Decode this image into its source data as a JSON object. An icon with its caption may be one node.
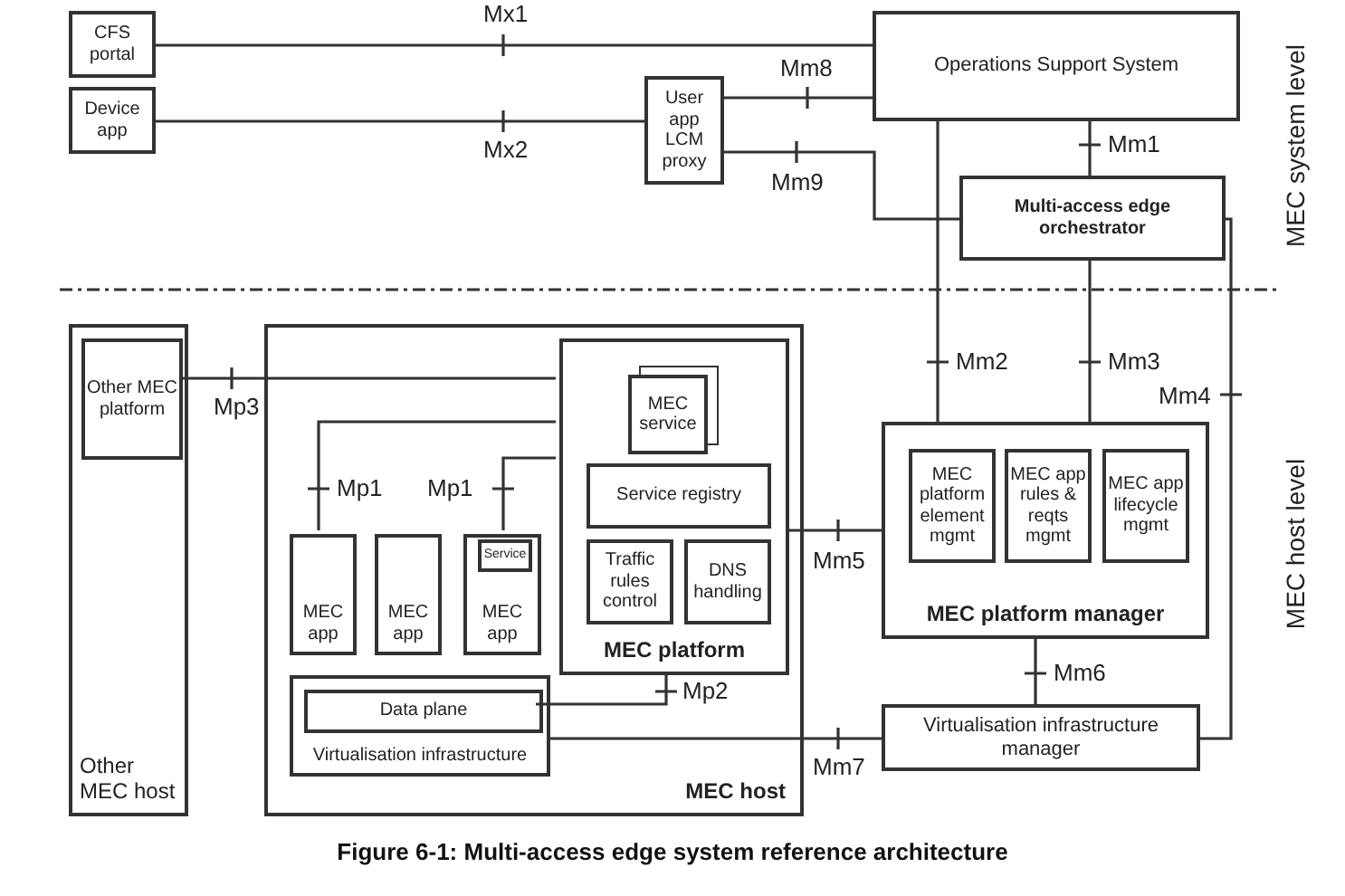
{
  "diagram": {
    "caption": "Figure 6-1: Multi-access edge system reference architecture",
    "nodes": [
      {
        "text": [
          "CFS portal"
        ]
      },
      {
        "text": [
          "Device app"
        ]
      },
      {
        "text": [
          "User app LCM proxy"
        ]
      },
      {
        "text": [
          "Operations Support System"
        ]
      },
      {
        "text": [
          "Multi-access edge orchestrator"
        ]
      },
      {
        "text": [
          "Other MEC host"
        ]
      },
      {
        "text": [
          "Other MEC platform"
        ],
        "in": 5
      },
      {
        "text": [
          "MEC host"
        ]
      },
      {
        "text": [
          "MEC platform"
        ],
        "in": 7
      },
      {
        "text": [
          "MEC service"
        ],
        "in": 8
      },
      {
        "text": [
          "Service registry"
        ],
        "in": 8
      },
      {
        "text": [
          "Traffic rules control"
        ],
        "in": 8
      },
      {
        "text": [
          "DNS handling"
        ],
        "in": 8
      },
      {
        "text": [
          "MEC app"
        ],
        "in": 7
      },
      {
        "text": [
          "MEC app"
        ],
        "in": 7
      },
      {
        "text": [
          "MEC app"
        ],
        "in": 7
      },
      {
        "text": [
          "Service"
        ],
        "in": 15
      },
      {
        "text": [
          "Virtualisation infrastructure"
        ],
        "in": 7
      },
      {
        "text": [
          "Data plane"
        ],
        "in": 17
      },
      {
        "text": [
          "MEC platform manager"
        ]
      },
      {
        "text": [
          "MEC platform element mgmt"
        ],
        "in": 19
      },
      {
        "text": [
          "MEC app rules & reqts mgmt"
        ],
        "in": 19
      },
      {
        "text": [
          "MEC app lifecycle mgmt"
        ],
        "in": 19
      },
      {
        "text": [
          "Virtualisation infrastructure manager"
        ]
      }
    ],
    "edges": [
      {
        "from": 0,
        "to": 3,
        "arrow": "none",
        "label": "Mx1"
      },
      {
        "from": 1,
        "to": 2,
        "arrow": "none",
        "label": "Mx2"
      },
      {
        "from": 2,
        "to": 3,
        "arrow": "none",
        "label": "Mm8"
      },
      {
        "from": 2,
        "to": 4,
        "arrow": "none",
        "label": "Mm9"
      },
      {
        "from": 3,
        "to": 4,
        "arrow": "none",
        "label": "Mm1"
      },
      {
        "from": 3,
        "to": 19,
        "arrow": "none",
        "label": "Mm2"
      },
      {
        "from": 4,
        "to": 19,
        "arrow": "none",
        "label": "Mm3"
      },
      {
        "from": 4,
        "to": 23,
        "arrow": "none",
        "label": "Mm4"
      },
      {
        "from": 6,
        "to": 8,
        "arrow": "none",
        "label": "Mp3"
      },
      {
        "from": 13,
        "to": 8,
        "arrow": "none",
        "label": "Mp1"
      },
      {
        "from": 15,
        "to": 8,
        "arrow": "none",
        "label": "Mp1"
      },
      {
        "from": 8,
        "to": 19,
        "arrow": "none",
        "label": "Mm5"
      },
      {
        "from": 18,
        "to": 8,
        "arrow": "none",
        "label": "Mp2"
      },
      {
        "from": 19,
        "to": 23,
        "arrow": "none",
        "label": "Mm6"
      },
      {
        "from": 17,
        "to": 23,
        "arrow": "none",
        "label": "Mm7"
      }
    ],
    "labels": [
      "MEC system level",
      "MEC host level"
    ]
  }
}
